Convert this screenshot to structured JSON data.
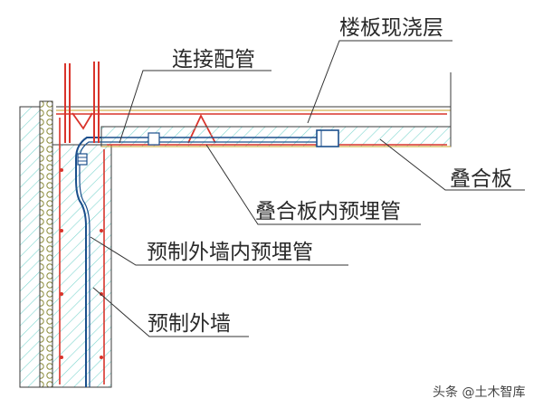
{
  "labels": {
    "slab_cast_layer": "楼板现浇层",
    "connection_pipe": "连接配管",
    "composite_slab": "叠合板",
    "slab_embedded_pipe": "叠合板内预埋管",
    "wall_embedded_pipe": "预制外墙内预埋管",
    "precast_exterior_wall": "预制外墙"
  },
  "watermark": "头条 @土木智库",
  "colors": {
    "outline": "#3a3a3a",
    "concrete_hatch": "#7fd6cf",
    "rebar": "#d9342b",
    "pipe": "#1b4f8c",
    "leader": "#333333"
  }
}
